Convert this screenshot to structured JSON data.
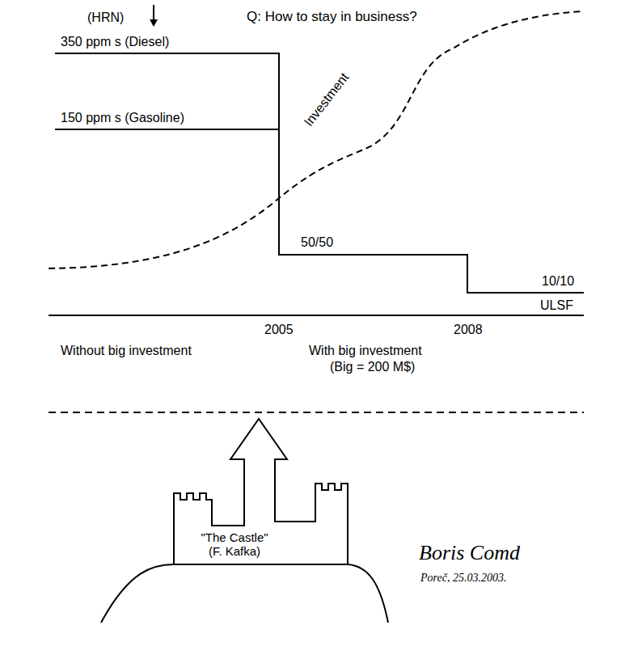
{
  "diagram": {
    "nodes": [
      {
        "text": [
          "\"The Castle\" (F. Kafka)"
        ]
      }
    ],
    "labels": [
      "(HRN)",
      "Q: How to stay in business?",
      "350 ppm s (Diesel)",
      "150 ppm s (Gasoline)",
      "Investment",
      "50/50",
      "10/10",
      "ULSF",
      "2005",
      "2008",
      "Without big investment",
      "With big investment",
      "(Big = 200 M$)",
      "Boris Comd",
      "Poreč, 25.03.2003."
    ]
  }
}
